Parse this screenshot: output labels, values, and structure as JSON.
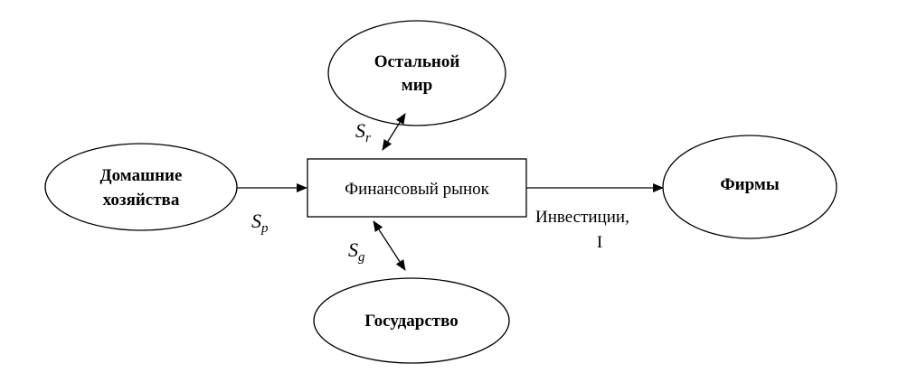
{
  "nodes": {
    "rest_of_world": {
      "line1": "Остальной",
      "line2": "мир"
    },
    "households": {
      "line1": "Домашние",
      "line2": "хозяйства"
    },
    "financial_market": {
      "label": "Финансовый рынок"
    },
    "firms": {
      "label": "Фирмы"
    },
    "government": {
      "label": "Государство"
    }
  },
  "flows": {
    "private_savings": {
      "symbol": "S",
      "subscript": "p"
    },
    "foreign_savings": {
      "symbol": "S",
      "subscript": "r"
    },
    "government_savings": {
      "symbol": "S",
      "subscript": "g"
    },
    "investment": {
      "line1": "Инвестиции,",
      "line2": "I"
    }
  },
  "colors": {
    "stroke": "#000000",
    "background": "#ffffff"
  }
}
